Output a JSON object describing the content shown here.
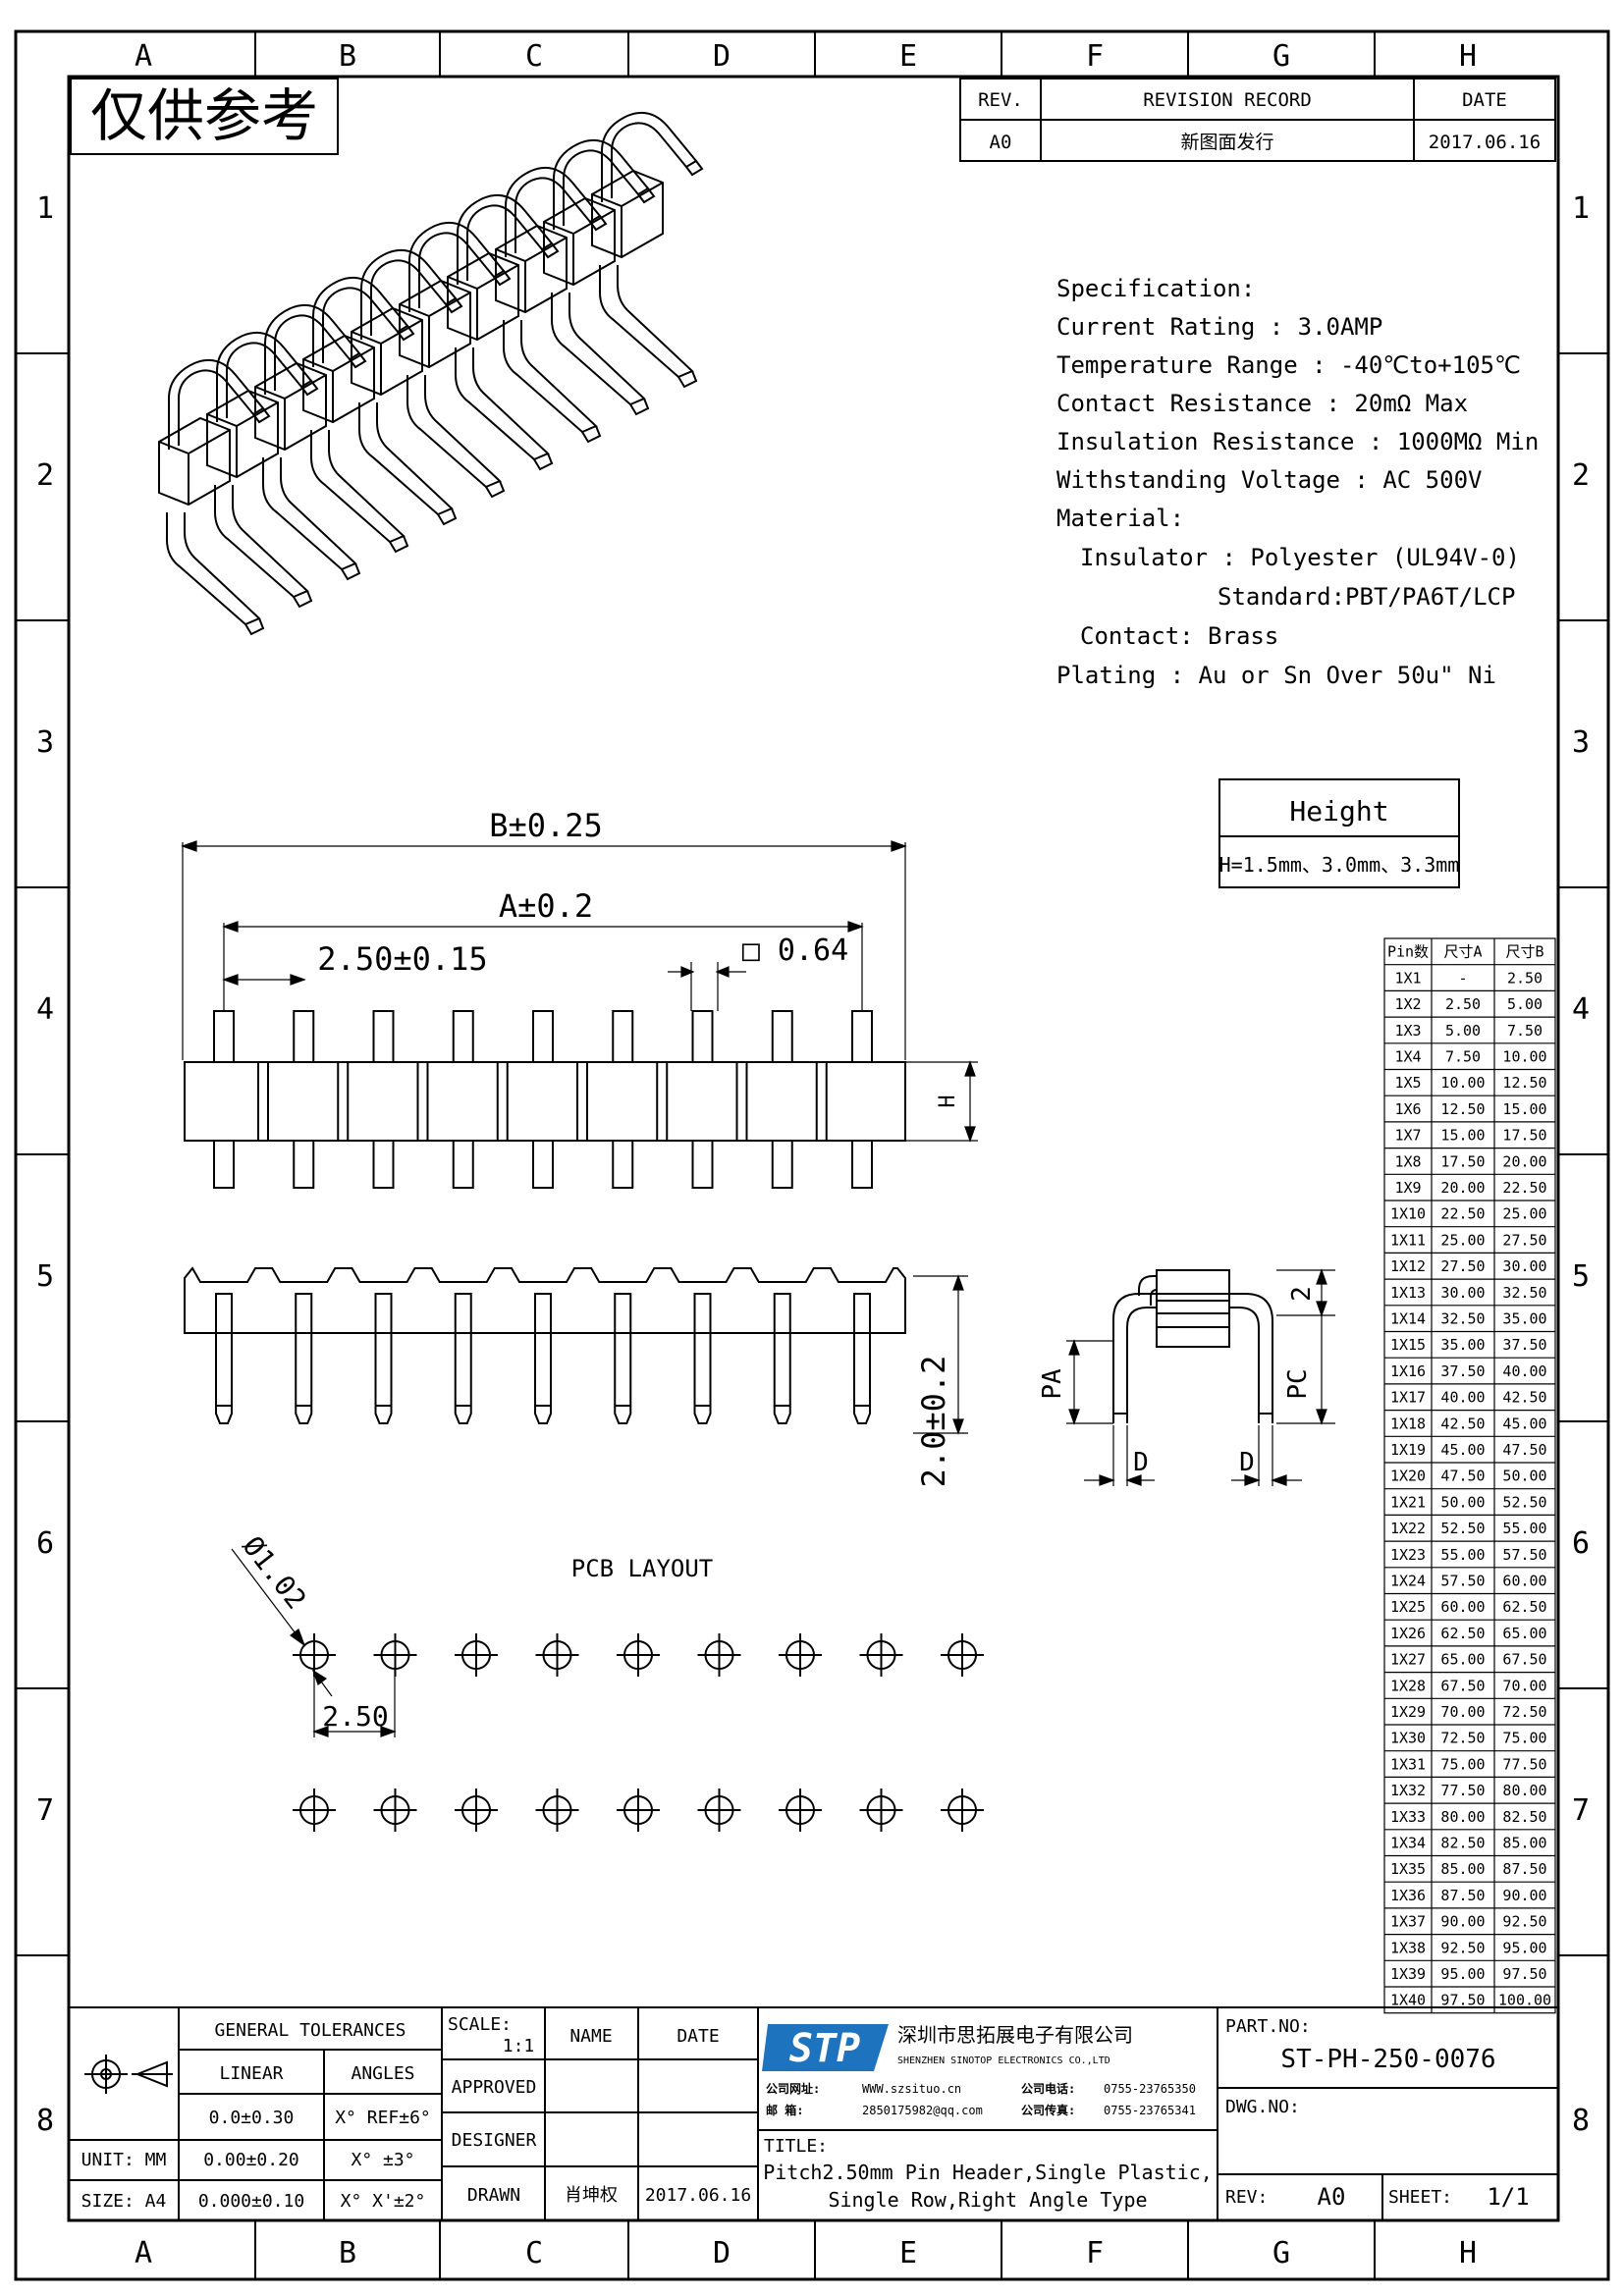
{
  "watermark": "仅供参考",
  "grid": {
    "columns": [
      "A",
      "B",
      "C",
      "D",
      "E",
      "F",
      "G",
      "H"
    ],
    "rows": [
      "1",
      "2",
      "3",
      "4",
      "5",
      "6",
      "7",
      "8"
    ]
  },
  "revision": {
    "headers": [
      "REV.",
      "REVISION RECORD",
      "DATE"
    ],
    "row": [
      "A0",
      "新图面发行",
      "2017.06.16"
    ]
  },
  "specification": {
    "title": "Specification:",
    "current": "Current Rating : 3.0AMP",
    "temperature": "Temperature Range : -40℃to+105℃",
    "contact_resistance": "Contact Resistance : 20mΩ Max",
    "insulation": "Insulation Resistance : 1000MΩ Min",
    "voltage": "Withstanding Voltage : AC 500V",
    "material": "Material:",
    "insulator": "Insulator : Polyester (UL94V-0)",
    "standard": "Standard:PBT/PA6T/LCP",
    "contact": "Contact: Brass",
    "plating": "Plating : Au or Sn Over 50u\" Ni"
  },
  "height_box": {
    "title": "Height",
    "value": "H=1.5mm、3.0mm、3.3mm"
  },
  "dimensions": {
    "b": "B±0.25",
    "a": "A±0.2",
    "pitch": "2.50±0.15",
    "pin_square": "□ 0.64",
    "h": "H",
    "side_height": "2.0±0.2",
    "two": "2",
    "pa": "PA",
    "pc": "PC",
    "d": "D",
    "hole": "Ø1.02",
    "pcb_pitch": "2.50",
    "pcb_title": "PCB LAYOUT"
  },
  "pin_table": {
    "headers": [
      "Pin数",
      "尺寸A",
      "尺寸B"
    ],
    "rows": [
      [
        "1X1",
        "-",
        "2.50"
      ],
      [
        "1X2",
        "2.50",
        "5.00"
      ],
      [
        "1X3",
        "5.00",
        "7.50"
      ],
      [
        "1X4",
        "7.50",
        "10.00"
      ],
      [
        "1X5",
        "10.00",
        "12.50"
      ],
      [
        "1X6",
        "12.50",
        "15.00"
      ],
      [
        "1X7",
        "15.00",
        "17.50"
      ],
      [
        "1X8",
        "17.50",
        "20.00"
      ],
      [
        "1X9",
        "20.00",
        "22.50"
      ],
      [
        "1X10",
        "22.50",
        "25.00"
      ],
      [
        "1X11",
        "25.00",
        "27.50"
      ],
      [
        "1X12",
        "27.50",
        "30.00"
      ],
      [
        "1X13",
        "30.00",
        "32.50"
      ],
      [
        "1X14",
        "32.50",
        "35.00"
      ],
      [
        "1X15",
        "35.00",
        "37.50"
      ],
      [
        "1X16",
        "37.50",
        "40.00"
      ],
      [
        "1X17",
        "40.00",
        "42.50"
      ],
      [
        "1X18",
        "42.50",
        "45.00"
      ],
      [
        "1X19",
        "45.00",
        "47.50"
      ],
      [
        "1X20",
        "47.50",
        "50.00"
      ],
      [
        "1X21",
        "50.00",
        "52.50"
      ],
      [
        "1X22",
        "52.50",
        "55.00"
      ],
      [
        "1X23",
        "55.00",
        "57.50"
      ],
      [
        "1X24",
        "57.50",
        "60.00"
      ],
      [
        "1X25",
        "60.00",
        "62.50"
      ],
      [
        "1X26",
        "62.50",
        "65.00"
      ],
      [
        "1X27",
        "65.00",
        "67.50"
      ],
      [
        "1X28",
        "67.50",
        "70.00"
      ],
      [
        "1X29",
        "70.00",
        "72.50"
      ],
      [
        "1X30",
        "72.50",
        "75.00"
      ],
      [
        "1X31",
        "75.00",
        "77.50"
      ],
      [
        "1X32",
        "77.50",
        "80.00"
      ],
      [
        "1X33",
        "80.00",
        "82.50"
      ],
      [
        "1X34",
        "82.50",
        "85.00"
      ],
      [
        "1X35",
        "85.00",
        "87.50"
      ],
      [
        "1X36",
        "87.50",
        "90.00"
      ],
      [
        "1X37",
        "90.00",
        "92.50"
      ],
      [
        "1X38",
        "92.50",
        "95.00"
      ],
      [
        "1X39",
        "95.00",
        "97.50"
      ],
      [
        "1X40",
        "97.50",
        "100.00"
      ]
    ]
  },
  "title_block": {
    "general_tolerances": "GENERAL TOLERANCES",
    "linear": "LINEAR",
    "angles": "ANGLES",
    "lin1": "0.0±0.30",
    "ang1": "X° REF±6°",
    "unit": "UNIT: MM",
    "lin2": "0.00±0.20",
    "ang2": "X° ±3°",
    "size": "SIZE: A4",
    "lin3": "0.000±0.10",
    "ang3": "X° X'±2°",
    "scale_label": "SCALE:",
    "scale_value": "1:1",
    "name": "NAME",
    "date": "DATE",
    "approved": "APPROVED",
    "designer": "DESIGNER",
    "drawn": "DRAWN",
    "drawn_name": "肖坤权",
    "drawn_date": "2017.06.16",
    "company_cn": "深圳市思拓展电子有限公司",
    "company_en": "SHENZHEN SINOTOP ELECTRONICS CO.,LTD",
    "web_label": "公司网址:",
    "web": "WWW.szsituo.cn",
    "tel_label": "公司电话:",
    "tel": "0755-23765350",
    "mail_label": "邮    箱:",
    "mail": "2850175982@qq.com",
    "fax_label": "公司传真:",
    "fax": "0755-23765341",
    "logo_text": "STP",
    "title_label": "TITLE:",
    "title_line1": "Pitch2.50mm Pin Header,Single Plastic,",
    "title_line2": "Single Row,Right Angle Type",
    "part_label": "PART.NO:",
    "part_no": "ST-PH-250-0076",
    "dwg_label": "DWG.NO:",
    "rev_label": "REV:",
    "rev_value": "A0",
    "sheet_label": "SHEET:",
    "sheet_value": "1/1"
  },
  "colors": {
    "ink": "#000000",
    "logo_blue": "#1e73be"
  }
}
